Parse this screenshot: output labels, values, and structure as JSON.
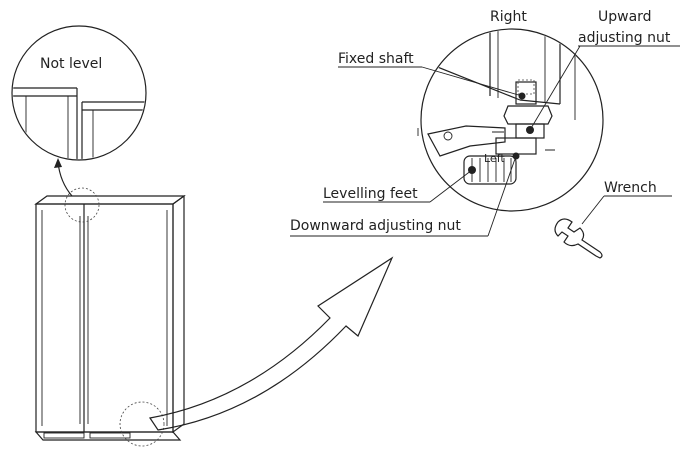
{
  "labels": {
    "not_level": "Not level",
    "right": "Right",
    "upward_nut": [
      "Upward",
      "adjusting nut"
    ],
    "fixed_shaft": "Fixed shaft",
    "levelling_feet": "Levelling feet",
    "downward_nut": "Downward adjusting nut",
    "wrench": "Wrench",
    "left_foot_mark": "Left"
  }
}
